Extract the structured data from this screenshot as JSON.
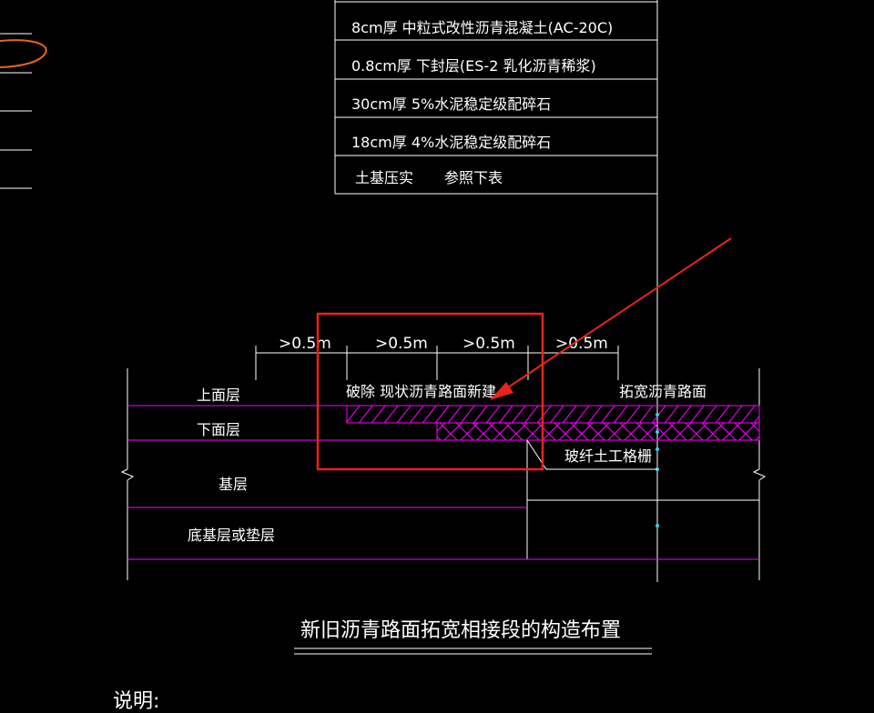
{
  "table_rows": [
    "8cm厚 中粒式改性沥青混凝土(AC-20C)",
    "0.8cm厚  下封层(ES-2 乳化沥青稀浆)",
    "30cm厚 5%水泥稳定级配碎石",
    "18cm厚 4%水泥稳定级配碎石"
  ],
  "table_footer": {
    "left": "土基压实",
    "right": "参照下表"
  },
  "dimensions": [
    ">0.5m",
    ">0.5m",
    ">0.5m",
    ">0.5m"
  ],
  "labels": {
    "demolish": "破除 现状沥青路面新建",
    "widen": "拓宽沥青路面",
    "upper_layer": "上面层",
    "lower_layer": "下面层",
    "base": "基层",
    "subbase": "底基层或垫层",
    "geogrid": "玻纤土工格栅"
  },
  "title": "新旧沥青路面拓宽相接段的构造布置",
  "note": "说明:",
  "colors": {
    "background": "#000000",
    "line": "#ffffff",
    "layer_line": "#ff00ff",
    "hatch": "#ff00ff",
    "annotation_red": "#e8241b",
    "annotation_orange": "#e8641b"
  }
}
